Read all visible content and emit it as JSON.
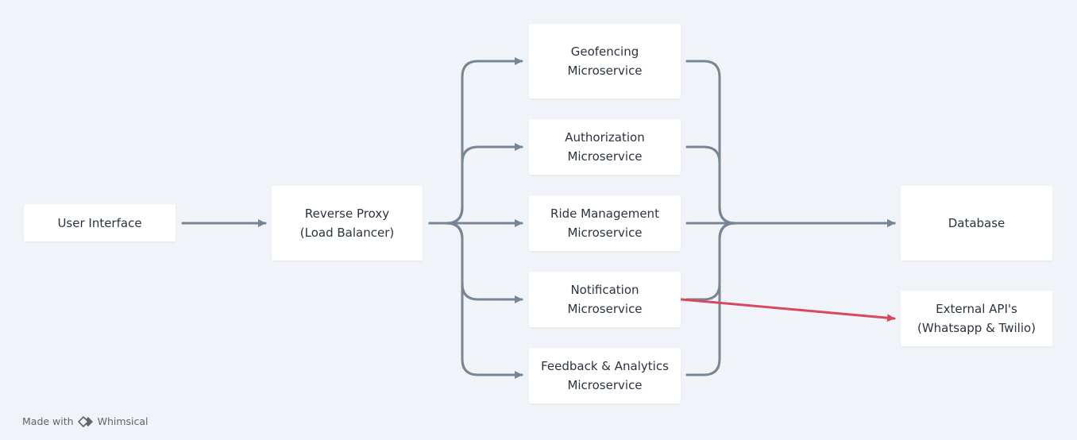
{
  "nodes": {
    "user_interface": {
      "line1": "User Interface",
      "line2": ""
    },
    "reverse_proxy": {
      "line1": "Reverse Proxy",
      "line2": "(Load Balancer)"
    },
    "geofencing": {
      "line1": "Geofencing",
      "line2": "Microservice"
    },
    "authorization": {
      "line1": "Authorization",
      "line2": "Microservice"
    },
    "ride_management": {
      "line1": "Ride Management",
      "line2": "Microservice"
    },
    "notification": {
      "line1": "Notification",
      "line2": "Microservice"
    },
    "feedback": {
      "line1": "Feedback & Analytics",
      "line2": "Microservice"
    },
    "database": {
      "line1": "Database",
      "line2": ""
    },
    "external_apis": {
      "line1": "External API's",
      "line2": "(Whatsapp & Twilio)"
    }
  },
  "footer": {
    "made_with": "Made with",
    "brand": "Whimsical"
  },
  "colors": {
    "background": "#f0f3f7",
    "connector": "#778594",
    "highlight_connector": "#d8475e",
    "node_fill": "#ffffff",
    "node_text": "#2b3341"
  },
  "icons": {
    "footer_logo": "whimsical-logo-icon"
  }
}
